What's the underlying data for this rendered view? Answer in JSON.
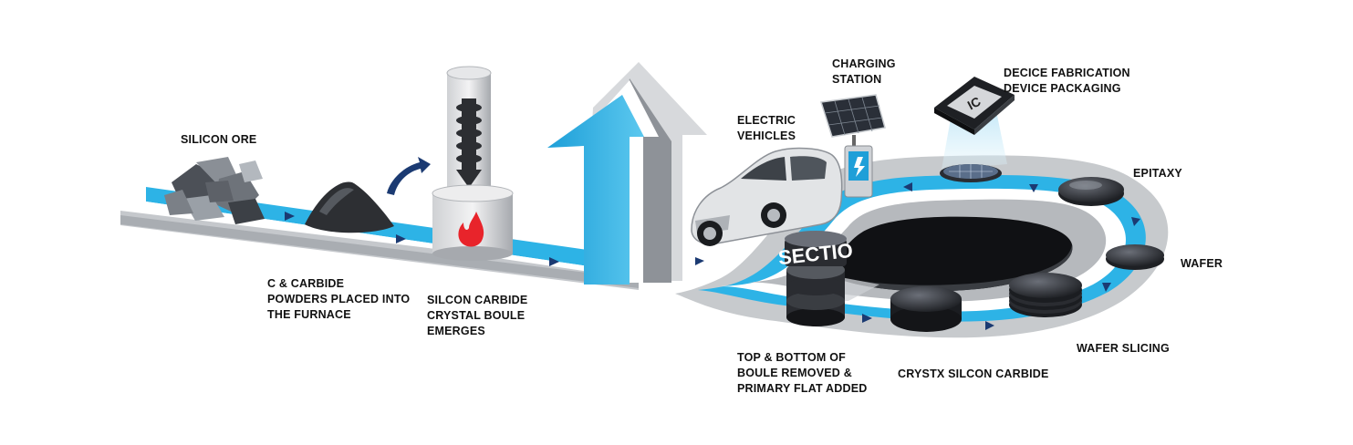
{
  "diagram": {
    "colors": {
      "track_blue": "#2db3e6",
      "track_gray": "#b9bcc1",
      "arrow_navy": "#1b3a72",
      "flame_red": "#e8242b"
    },
    "labels": {
      "silicon_ore": [
        "SILICON ORE"
      ],
      "powders": [
        "C & CARBIDE",
        "POWDERS PLACED INTO",
        "THE FURNACE"
      ],
      "boule": [
        "SILCON CARBIDE",
        "CRYSTAL BOULE",
        "EMERGES"
      ],
      "ev": [
        "ELECTRIC",
        "VEHICLES"
      ],
      "charging": [
        "CHARGING",
        "STATION"
      ],
      "fab": [
        "DECICE FABRICATION",
        "DEVICE PACKAGING"
      ],
      "epitaxy": [
        "EPITAXY"
      ],
      "wafer": [
        "WAFER"
      ],
      "slicing": [
        "WAFER SLICING"
      ],
      "crystx": [
        "CRYSTX SILCON CARBIDE"
      ],
      "top_bottom": [
        "TOP & BOTTOM OF",
        "BOULE REMOVED &",
        "PRIMARY FLAT ADDED"
      ]
    },
    "chip_text": "IC",
    "section_text": "SECTIO",
    "icons": [
      "ore-rocks-icon",
      "powder-pile-icon",
      "furnace-icon",
      "flame-icon",
      "car-icon",
      "solar-panel-icon",
      "charger-icon",
      "chip-icon",
      "wafer-icon",
      "boule-stack-icon",
      "crystal-disk-icon"
    ]
  }
}
